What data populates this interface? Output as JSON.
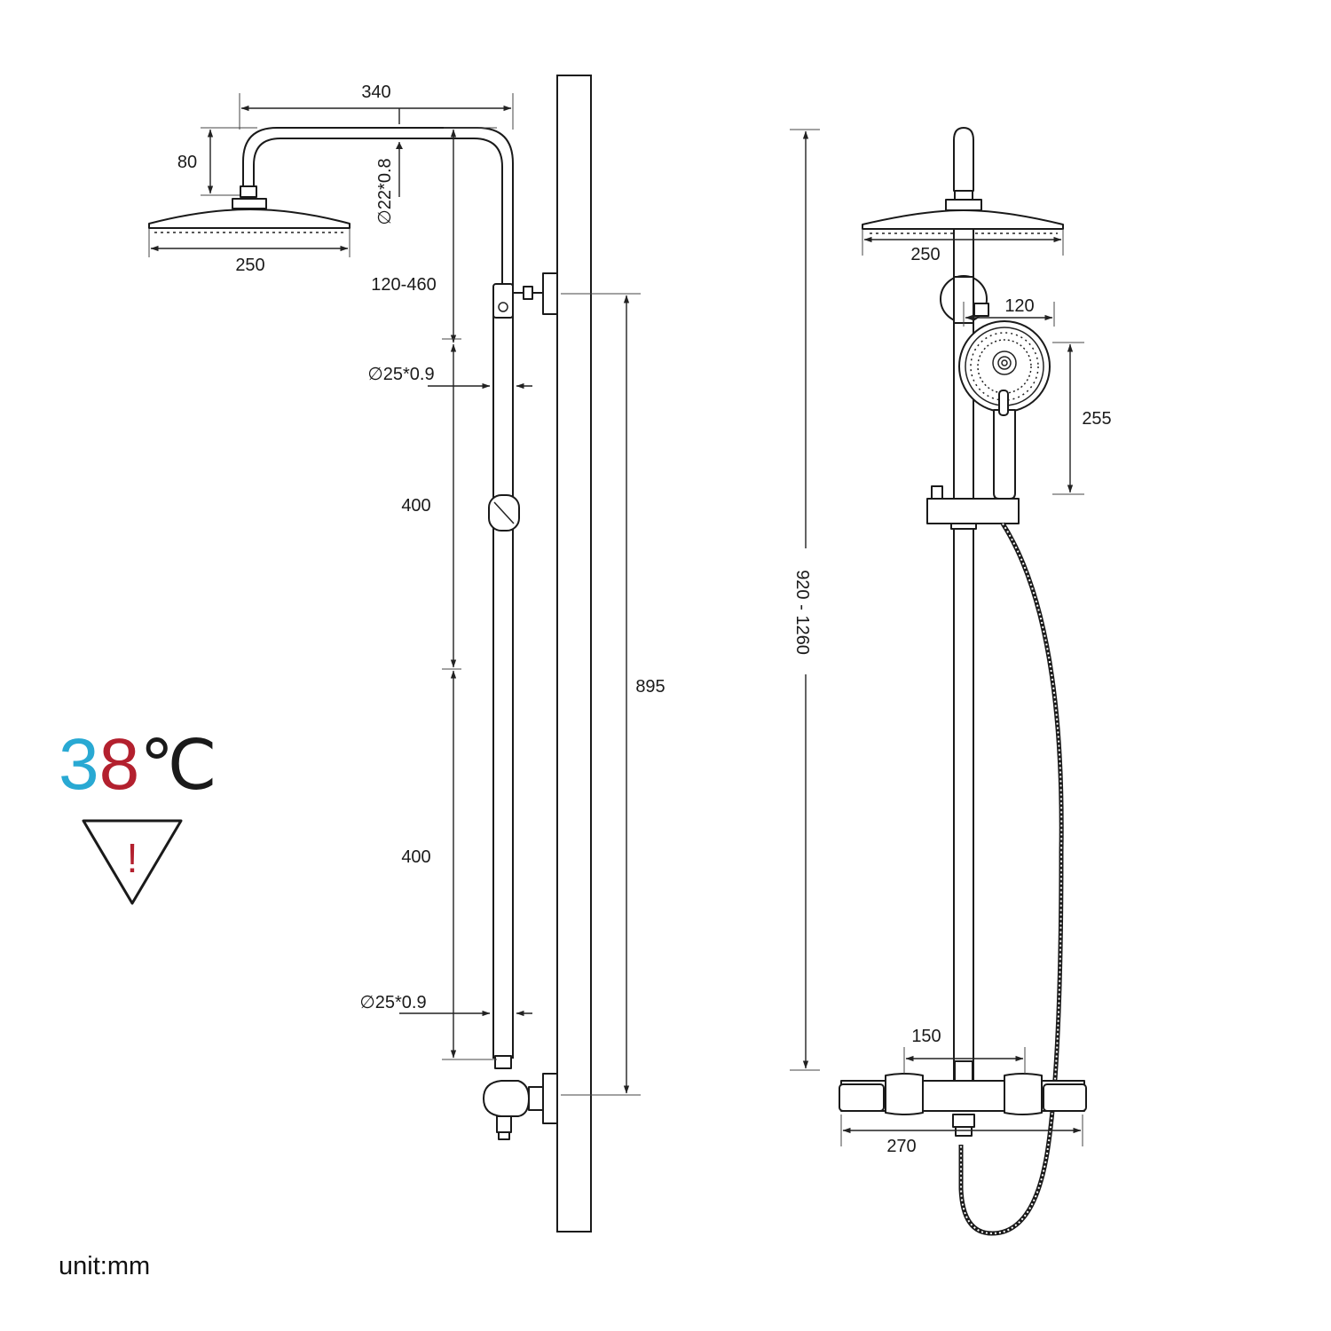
{
  "dimensions": {
    "arm_length": "340",
    "arm_height": "80",
    "arm_pipe": "∅22*0.8",
    "head_diameter_side": "250",
    "adjust_range": "120-460",
    "pipe_upper": "∅25*0.9",
    "segment_upper": "400",
    "segment_lower": "400",
    "pipe_lower": "∅25*0.9",
    "valve_to_bracket": "895",
    "head_diameter_front": "250",
    "total_height": "920 - 1260",
    "handshower_offset": "120",
    "handshower_length": "255",
    "valve_spacing": "150",
    "valve_width": "270"
  },
  "temperature": {
    "digit1": "3",
    "digit2": "8",
    "unit": "℃"
  },
  "colors": {
    "digit1": "#29a9d3",
    "digit2": "#b3202e",
    "line": "#1a1a1a"
  },
  "warning": {
    "icon": "warning-triangle-icon",
    "mark": "!"
  },
  "unit_note": "unit:mm"
}
